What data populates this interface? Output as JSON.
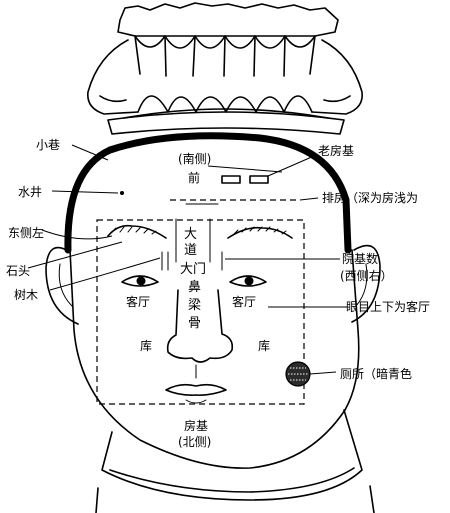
{
  "labels": {
    "xiaoxiang": "小巷",
    "shuijing": "水井",
    "dongce_zuo": "东侧左",
    "shitou": "石头",
    "shumu": "树木",
    "nance": "(南侧)",
    "qian": "前",
    "laofangji": "老房基",
    "paifang": "排房（深为房浅为",
    "da": "大",
    "dao": "道",
    "damen": "大门",
    "bi": "鼻",
    "liang": "梁",
    "gu": "骨",
    "yuanjishu": "院基数",
    "xice_you": "(西侧右）",
    "keting_left": "客厅",
    "keting_right": "客厅",
    "yanmu": "眼目上下为客厅",
    "ku_left": "库",
    "ku_right": "库",
    "cesuo": "厕所（暗青色",
    "fangji": "房基",
    "beice": "(北侧)"
  },
  "colors": {
    "ink": "#000000",
    "paper": "#ffffff"
  }
}
